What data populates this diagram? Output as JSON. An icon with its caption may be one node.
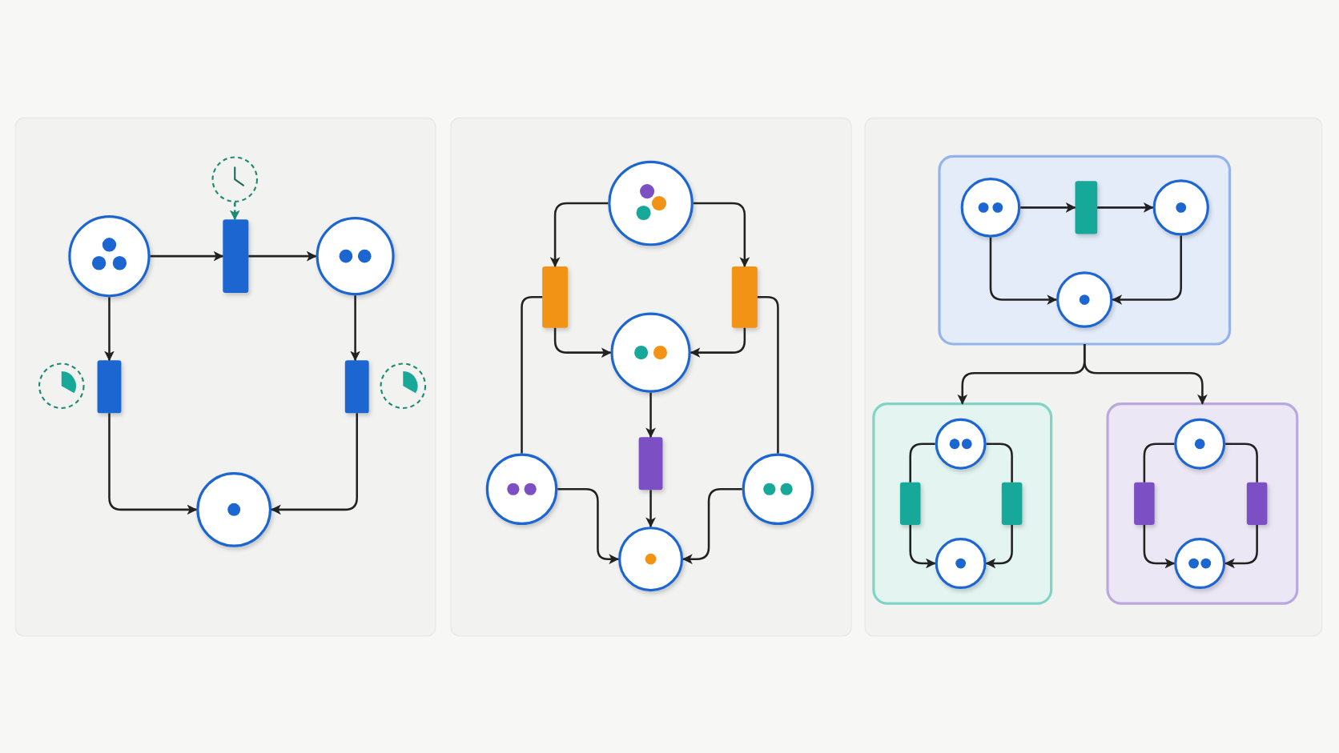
{
  "diagram": {
    "nodes": [
      {
        "text": [],
        "shape": "circle"
      },
      {
        "text": [],
        "shape": "circle"
      },
      {
        "text": [],
        "shape": "bar"
      },
      {
        "text": [],
        "shape": "circle"
      },
      {
        "text": [],
        "shape": "bar"
      },
      {
        "text": [],
        "shape": "bar"
      },
      {
        "text": [],
        "shape": "circle"
      },
      {
        "text": [],
        "shape": "circle"
      },
      {
        "text": [],
        "shape": "bar"
      },
      {
        "text": [],
        "shape": "bar"
      },
      {
        "text": [],
        "shape": "circle"
      },
      {
        "text": [],
        "shape": "bar"
      },
      {
        "text": [],
        "shape": "circle"
      },
      {
        "text": [],
        "shape": "circle"
      },
      {
        "text": [],
        "shape": "circle"
      },
      {
        "text": [],
        "shape": "box"
      },
      {
        "text": [],
        "shape": "circle",
        "in": 15
      },
      {
        "text": [],
        "shape": "bar",
        "in": 15
      },
      {
        "text": [],
        "shape": "circle",
        "in": 15
      },
      {
        "text": [],
        "shape": "circle",
        "in": 15
      },
      {
        "text": [],
        "shape": "box"
      },
      {
        "text": [],
        "shape": "circle",
        "in": 20
      },
      {
        "text": [],
        "shape": "bar",
        "in": 20
      },
      {
        "text": [],
        "shape": "bar",
        "in": 20
      },
      {
        "text": [],
        "shape": "circle",
        "in": 20
      },
      {
        "text": [],
        "shape": "box"
      },
      {
        "text": [],
        "shape": "circle",
        "in": 25
      },
      {
        "text": [],
        "shape": "bar",
        "in": 25
      },
      {
        "text": [],
        "shape": "bar",
        "in": 25
      },
      {
        "text": [],
        "shape": "circle",
        "in": 25
      }
    ],
    "edges": [
      {
        "from": 0,
        "to": 2,
        "arrow": "to"
      },
      {
        "from": 1,
        "to": 2,
        "arrow": "to",
        "style": "dashed",
        "color": "#1f8a74"
      },
      {
        "from": 2,
        "to": 3,
        "arrow": "to"
      },
      {
        "from": 0,
        "to": 4,
        "arrow": "to"
      },
      {
        "from": 3,
        "to": 5,
        "arrow": "to"
      },
      {
        "from": 4,
        "to": 6,
        "arrow": "to"
      },
      {
        "from": 5,
        "to": 6,
        "arrow": "to"
      },
      {
        "from": 7,
        "to": 8,
        "arrow": "to"
      },
      {
        "from": 7,
        "to": 9,
        "arrow": "to"
      },
      {
        "from": 8,
        "to": 10,
        "arrow": "to"
      },
      {
        "from": 9,
        "to": 10,
        "arrow": "to"
      },
      {
        "from": 10,
        "to": 11,
        "arrow": "to"
      },
      {
        "from": 11,
        "to": 14,
        "arrow": "to"
      },
      {
        "from": 12,
        "to": 14,
        "arrow": "to"
      },
      {
        "from": 13,
        "to": 14,
        "arrow": "to"
      },
      {
        "from": 12,
        "to": 8,
        "arrow": "none"
      },
      {
        "from": 13,
        "to": 9,
        "arrow": "none"
      },
      {
        "from": 16,
        "to": 17,
        "arrow": "to"
      },
      {
        "from": 17,
        "to": 18,
        "arrow": "to"
      },
      {
        "from": 16,
        "to": 19,
        "arrow": "to"
      },
      {
        "from": 18,
        "to": 19,
        "arrow": "to"
      },
      {
        "from": 15,
        "to": 20,
        "arrow": "to"
      },
      {
        "from": 15,
        "to": 25,
        "arrow": "to"
      },
      {
        "from": 21,
        "to": 22,
        "arrow": "none"
      },
      {
        "from": 21,
        "to": 23,
        "arrow": "none"
      },
      {
        "from": 22,
        "to": 24,
        "arrow": "to"
      },
      {
        "from": 23,
        "to": 24,
        "arrow": "to"
      },
      {
        "from": 26,
        "to": 27,
        "arrow": "none"
      },
      {
        "from": 26,
        "to": 28,
        "arrow": "none"
      },
      {
        "from": 27,
        "to": 29,
        "arrow": "to"
      },
      {
        "from": 28,
        "to": 29,
        "arrow": "to"
      }
    ]
  }
}
